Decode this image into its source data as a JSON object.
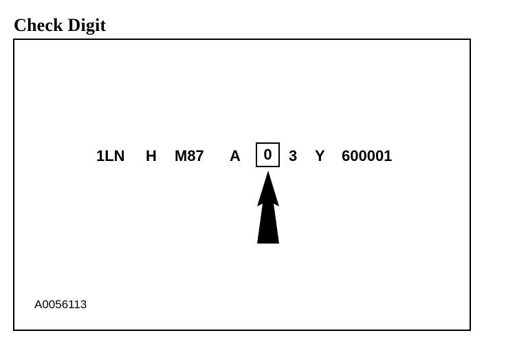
{
  "title": "Check Digit",
  "vin": {
    "segments": [
      "1LN",
      "H",
      "M87",
      "A",
      "0",
      "3",
      "Y",
      "600001"
    ],
    "check_digit": "0"
  },
  "figure_id": "A0056113",
  "icons": {
    "pointer": "arrow-up-icon"
  }
}
